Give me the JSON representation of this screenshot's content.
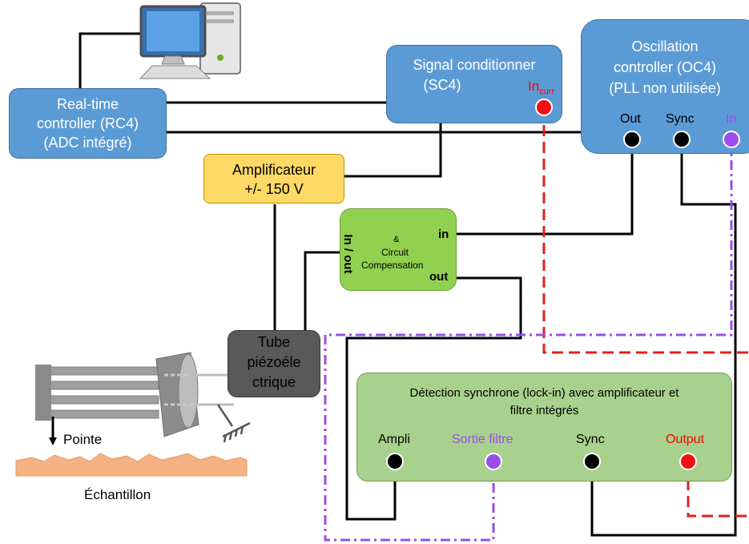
{
  "colors": {
    "box_blue": "#5b9bd5",
    "box_yellow": "#ffd966",
    "box_green": "#92d050",
    "box_lockin": "#a9d18e",
    "box_tube": "#595959",
    "wire_black": "#000000",
    "wire_red": "#e02020",
    "wire_purple": "#9b4dea"
  },
  "icons": [
    "computer-icon",
    "resistor-icon",
    "ground-icon",
    "piezo-scanner-icon",
    "sample-surface-icon"
  ],
  "rc4": {
    "line1": "Real-time",
    "line2": "controller (RC4)",
    "line3": "(ADC intégré)"
  },
  "sc4": {
    "line1": "Signal conditionner",
    "line2": "(SC4)",
    "port_in_main": "In",
    "port_in_sub": "curr"
  },
  "oc4": {
    "line1": "Oscillation",
    "line2": "controller (OC4)",
    "line3": "(PLL non utilisée)",
    "port_out": "Out",
    "port_sync": "Sync",
    "port_in": "In"
  },
  "amp": {
    "line1": "Amplificateur",
    "line2": "+/- 150 V"
  },
  "comp": {
    "amp_sign": "&",
    "line1": "Circuit",
    "line2": "Compensation",
    "port_inout": "In / out",
    "port_in": "in",
    "port_out": "out"
  },
  "tube": {
    "line1": "Tube",
    "line2": "piézoéle",
    "line3": "ctrique"
  },
  "lockin": {
    "title1": "Détection synchrone (lock-in) avec amplificateur et",
    "title2": "filtre intégrés",
    "port_ampli": "Ampli",
    "port_filter": "Sortie filtre",
    "port_sync": "Sync",
    "port_output": "Output"
  },
  "labels": {
    "pointe": "Pointe",
    "sample": "Échantillon"
  }
}
